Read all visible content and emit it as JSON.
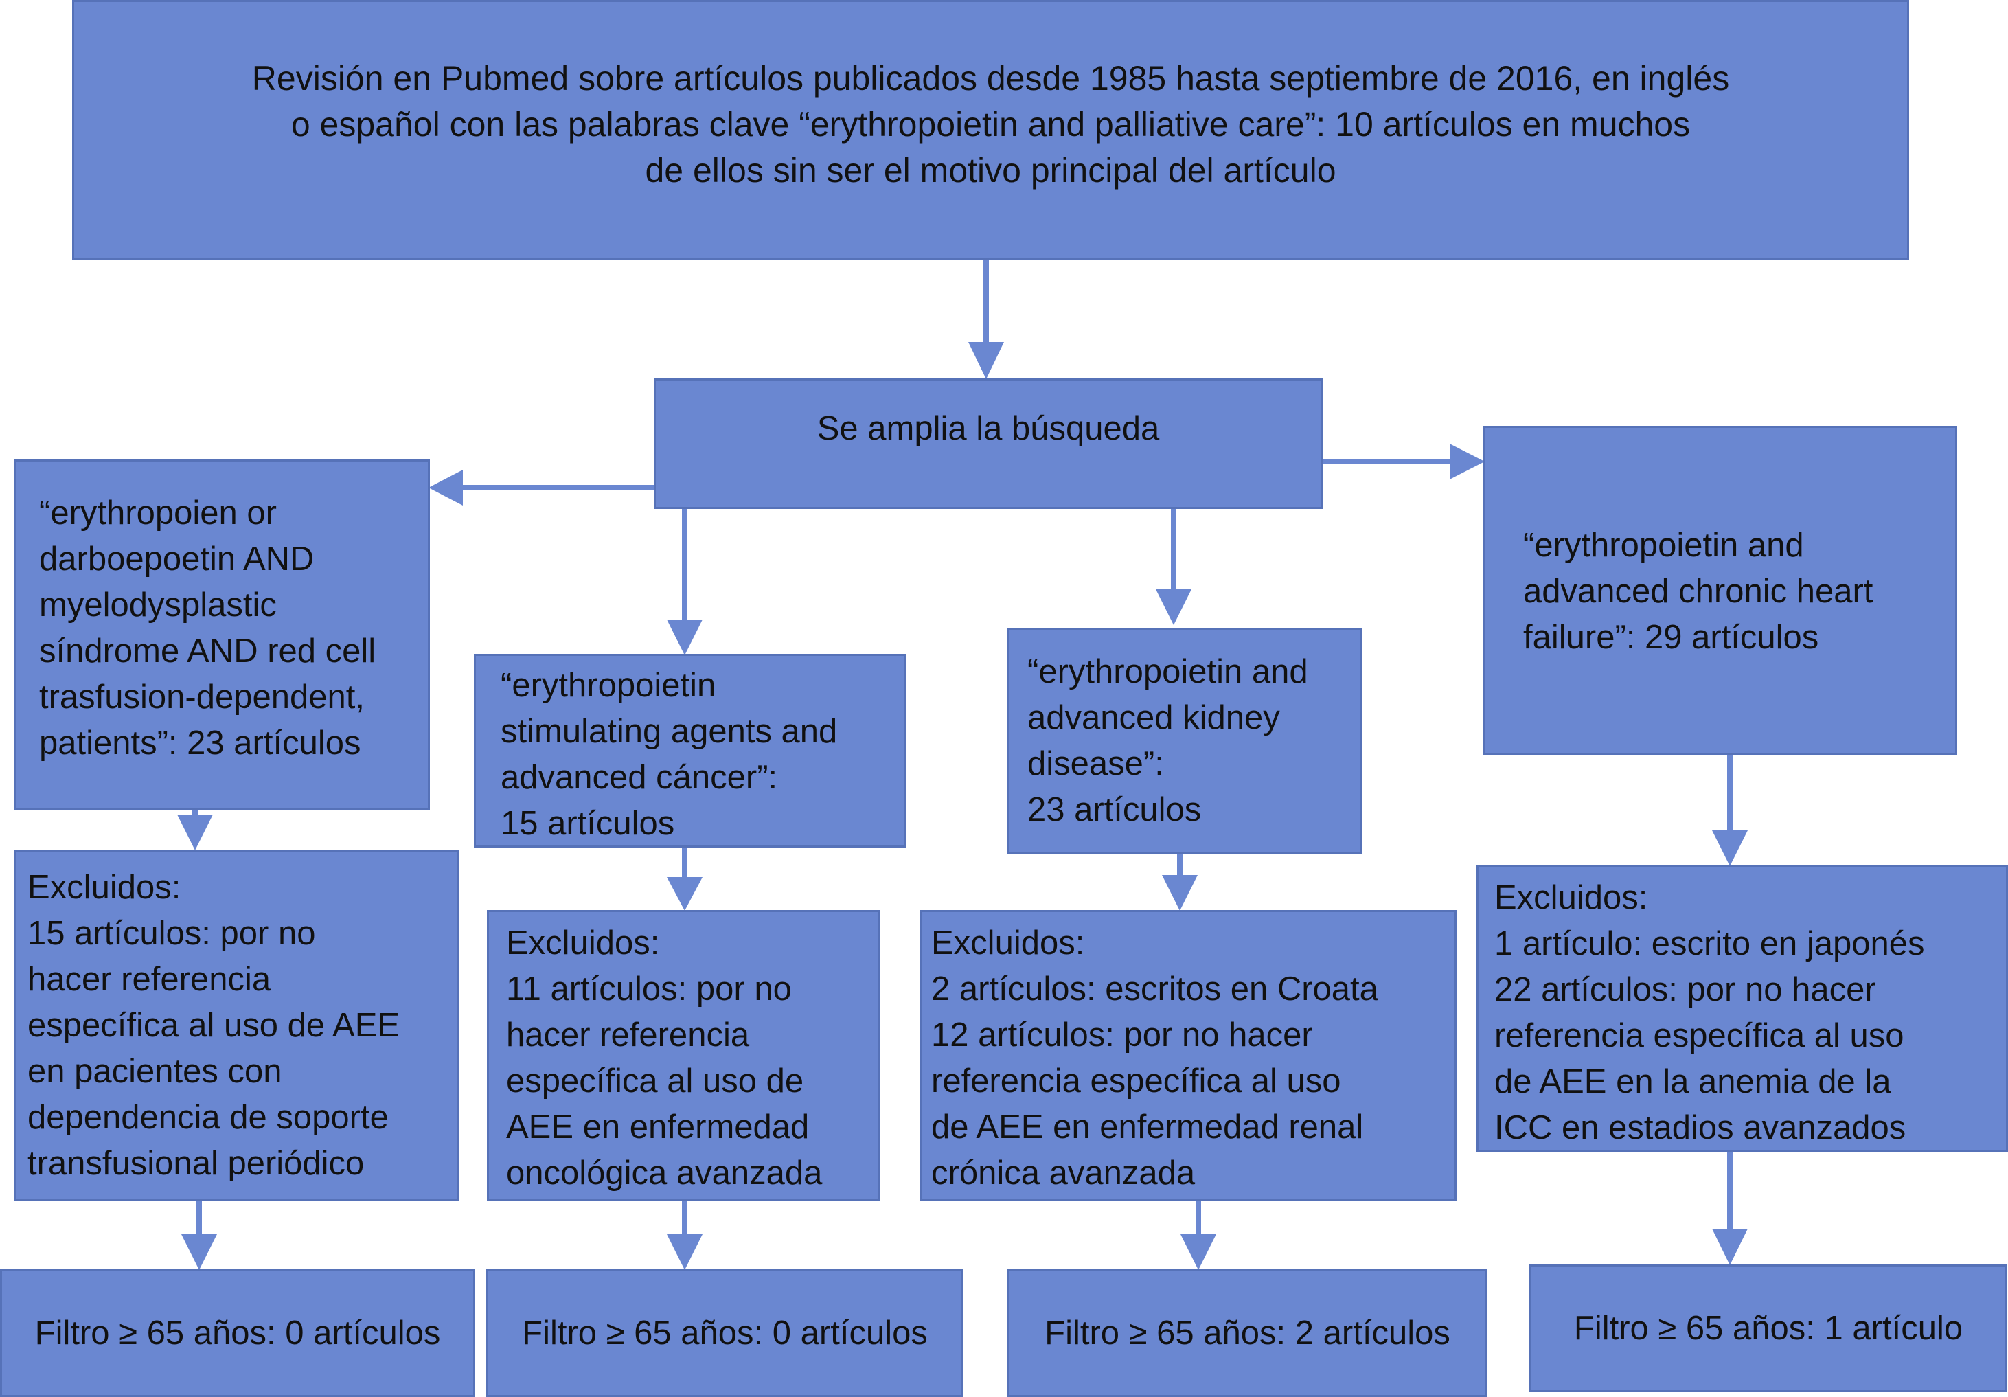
{
  "colors": {
    "box_fill": "#6a87d1",
    "box_border": "#5672b8",
    "arrow": "#6a87d1",
    "text": "#111111"
  },
  "top": {
    "lines": [
      "Revisión en Pubmed sobre artículos publicados desde 1985 hasta septiembre de 2016, en inglés",
      "o español con las palabras clave “erythropoietin and palliative care”: 10 artículos en muchos",
      "de ellos sin ser el motivo principal del artículo"
    ]
  },
  "expand": {
    "label": "Se amplia la búsqueda"
  },
  "branches": [
    {
      "search": [
        "“erythropoien or",
        "darboepoetin AND",
        "myelodysplastic",
        "síndrome AND red cell",
        "trasfusion-dependent,",
        "patients”: 23 artículos"
      ],
      "excluded": [
        "Excluidos:",
        "15 artículos: por no",
        "hacer referencia",
        "específica al uso de AEE",
        "en pacientes con",
        "dependencia de soporte",
        "transfusional periódico"
      ],
      "filter": "Filtro ≥ 65 años: 0 artículos"
    },
    {
      "search": [
        "“erythropoietin",
        "stimulating agents and",
        "advanced cáncer”:",
        "15 artículos"
      ],
      "excluded": [
        "Excluidos:",
        "11 artículos: por no",
        "hacer referencia",
        "específica al uso de",
        "AEE en enfermedad",
        "oncológica avanzada"
      ],
      "filter": "Filtro ≥ 65 años: 0 artículos"
    },
    {
      "search": [
        "“erythropoietin and",
        "advanced kidney",
        "disease”:",
        "23 artículos"
      ],
      "excluded": [
        "Excluidos:",
        "2 artículos: escritos en Croata",
        "12 artículos: por no hacer",
        "referencia específica al uso",
        "de AEE en enfermedad renal",
        "crónica avanzada"
      ],
      "filter": "Filtro ≥ 65 años: 2 artículos"
    },
    {
      "search": [
        "“erythropoietin and",
        "advanced chronic heart",
        "failure”: 29 artículos"
      ],
      "excluded": [
        "Excluidos:",
        "1 artículo: escrito en japonés",
        "22 artículos: por no hacer",
        "referencia específica al uso",
        "de AEE en la anemia de la",
        "ICC en estadios avanzados"
      ],
      "filter": "Filtro ≥ 65 años: 1 artículo"
    }
  ]
}
